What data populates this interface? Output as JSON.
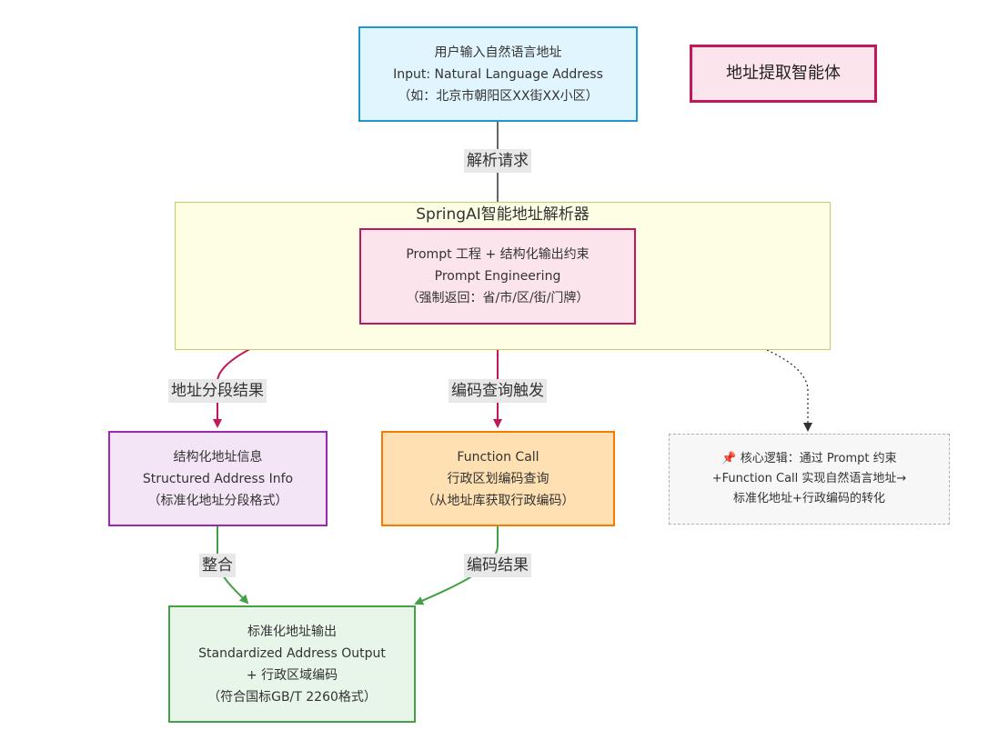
{
  "colors": {
    "input_fill": "#e1f5fe",
    "input_stroke": "#1e96d0",
    "prompt_fill": "#fce4ec",
    "prompt_stroke": "#c2185b",
    "struct_fill": "#f3e5f5",
    "struct_stroke": "#9c27b0",
    "func_fill": "#ffe0b2",
    "func_stroke": "#f57c00",
    "output_fill": "#e8f5e9",
    "output_stroke": "#43a047",
    "subgraph_fill": "#fefee5",
    "subgraph_stroke": "#c4cc6a",
    "edge_gray": "#666666",
    "edge_pink": "#c2185b",
    "edge_green": "#43a047",
    "edge_dotted": "#333333"
  },
  "nodes": {
    "input": {
      "lines": [
        "用户输入自然语言地址",
        "Input: Natural Language Address",
        "（如：北京市朝阳区XX街XX小区）"
      ]
    },
    "title": {
      "label": "地址提取智能体"
    },
    "prompt": {
      "lines": [
        "Prompt 工程 + 结构化输出约束",
        "Prompt Engineering",
        "（强制返回：省/市/区/街/门牌）"
      ]
    },
    "structured": {
      "lines": [
        "结构化地址信息",
        "Structured Address Info",
        "（标准化地址分段格式）"
      ]
    },
    "function": {
      "lines": [
        "Function Call",
        "行政区划编码查询",
        "（从地址库获取行政编码）"
      ]
    },
    "output": {
      "lines": [
        "标准化地址输出",
        "Standardized Address Output",
        "+ 行政区域编码",
        "（符合国标GB/T 2260格式）"
      ]
    },
    "note": {
      "icon": "pushpin-icon",
      "lines": [
        "📌 核心逻辑：通过 Prompt 约束",
        "+Function Call 实现自然语言地址→",
        "标准化地址+行政编码的转化"
      ]
    }
  },
  "subgraph": {
    "title": "SpringAI智能地址解析器"
  },
  "edges": {
    "parse_request": "解析请求",
    "segment_result": "地址分段结果",
    "code_query_trigger": "编码查询触发",
    "integrate": "整合",
    "code_result": "编码结果"
  }
}
